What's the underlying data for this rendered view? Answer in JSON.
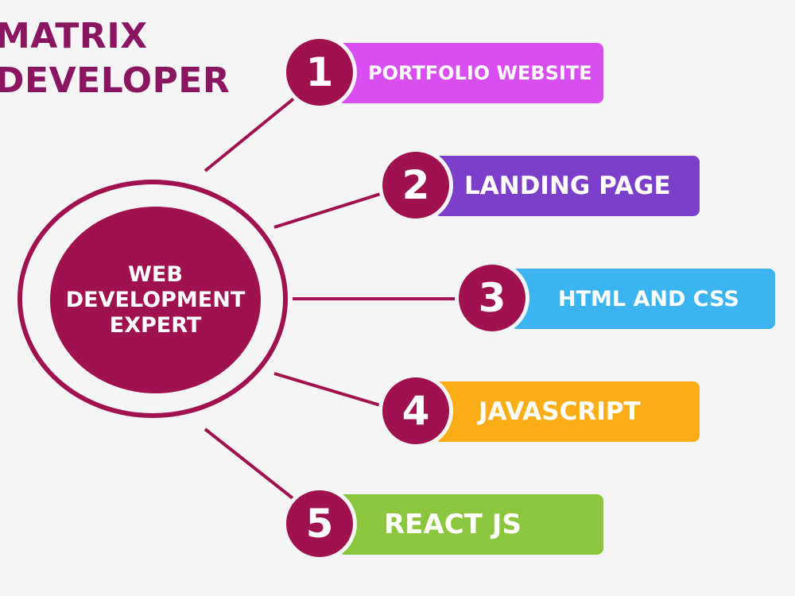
{
  "brand": {
    "line1": "MATRIX",
    "line2": "DEVELOPER",
    "color": "#8a1560"
  },
  "hub": {
    "line1": "WEB",
    "line2": "DEVELOPMENT",
    "line3": "EXPERT",
    "color": "#a0114f"
  },
  "items": [
    {
      "number": "1",
      "label": "PORTFOLIO WEBSITE",
      "color": "#d94ef0"
    },
    {
      "number": "2",
      "label": "LANDING PAGE",
      "color": "#7b3fc9"
    },
    {
      "number": "3",
      "label": "HTML AND CSS",
      "color": "#3cb4ef"
    },
    {
      "number": "4",
      "label": "JAVASCRIPT",
      "color": "#fbad18"
    },
    {
      "number": "5",
      "label": "REACT JS",
      "color": "#8cc63f"
    }
  ]
}
